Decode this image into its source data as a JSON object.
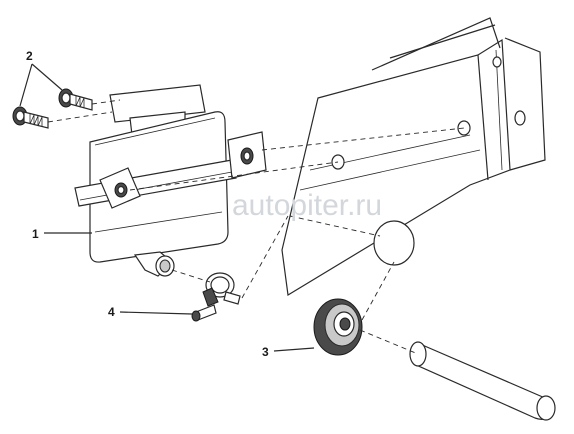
{
  "callouts": {
    "c1": "1",
    "c2": "2",
    "c3": "3",
    "c4": "4"
  },
  "watermark": {
    "text": "autopiter.ru"
  }
}
